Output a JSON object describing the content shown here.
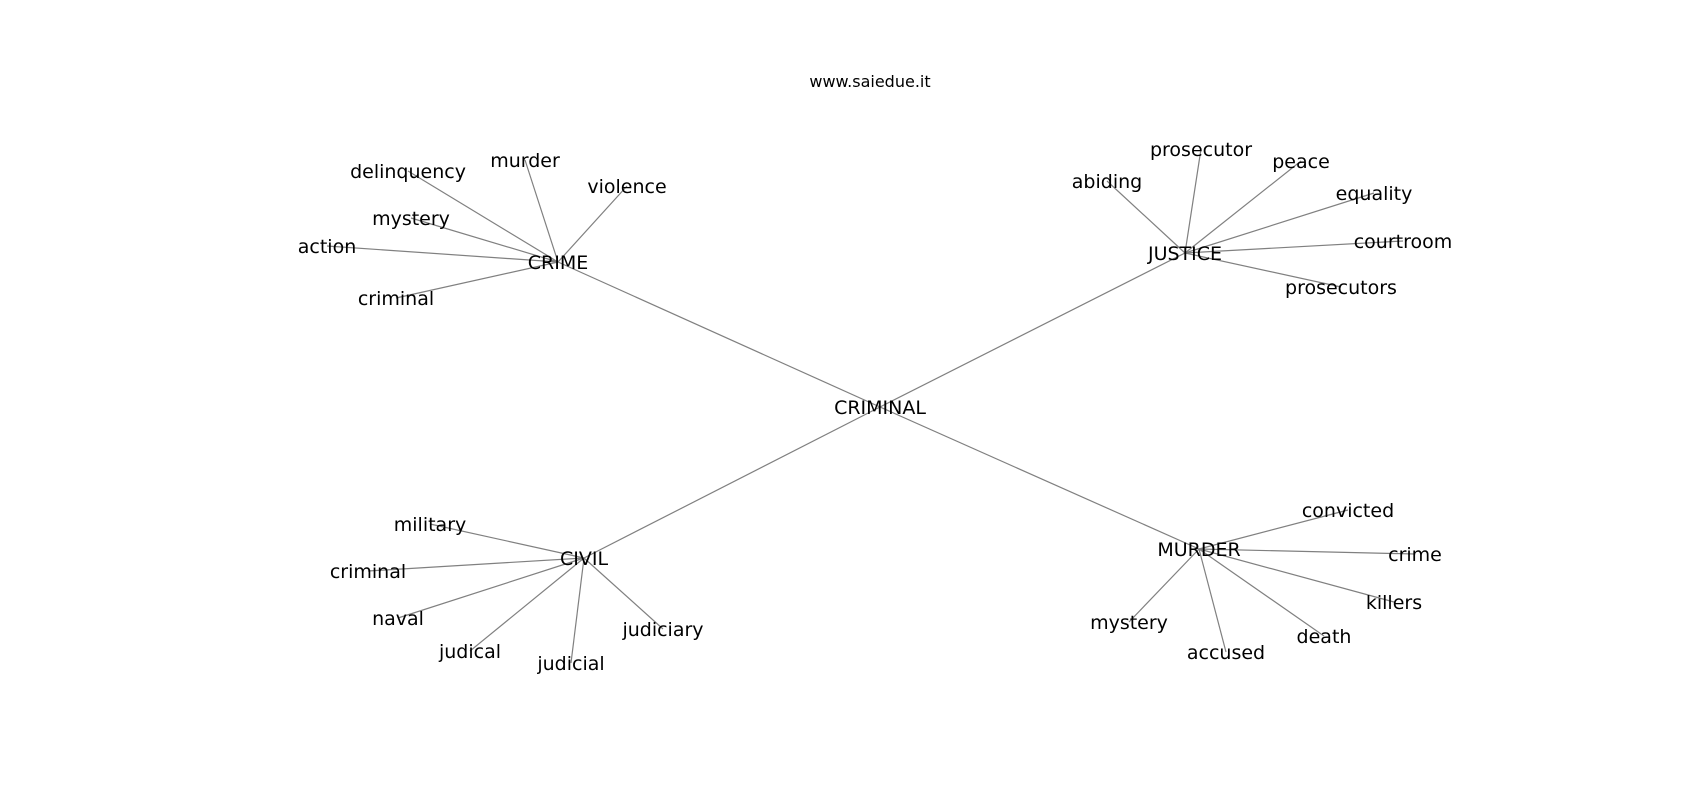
{
  "source_text": "www.saiedue.it",
  "center": "CRIMINAL",
  "clusters": [
    {
      "hub": "CRIME",
      "leaves": [
        "delinquency",
        "murder",
        "violence",
        "mystery",
        "action",
        "criminal"
      ]
    },
    {
      "hub": "JUSTICE",
      "leaves": [
        "abiding",
        "prosecutor",
        "peace",
        "equality",
        "courtroom",
        "prosecutors"
      ]
    },
    {
      "hub": "CIVIL",
      "leaves": [
        "military",
        "criminal",
        "naval",
        "judical",
        "judicial",
        "judiciary"
      ]
    },
    {
      "hub": "MURDER",
      "leaves": [
        "convicted",
        "crime",
        "killers",
        "death",
        "accused",
        "mystery"
      ]
    }
  ],
  "colors": {
    "edge": "#808080",
    "text": "#000000",
    "background": "#ffffff"
  }
}
